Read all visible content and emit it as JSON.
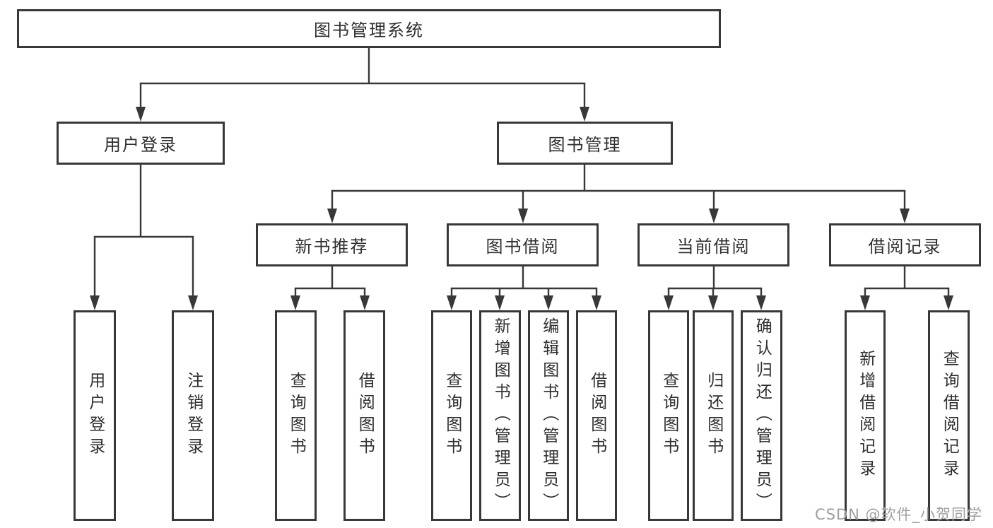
{
  "diagram": {
    "type": "hierarchy-tree",
    "root": {
      "label": "图书管理系统"
    },
    "branches": [
      {
        "label": "用户登录",
        "children": [
          {
            "label": "用户登录"
          },
          {
            "label": "注销登录"
          }
        ]
      },
      {
        "label": "图书管理",
        "children": [
          {
            "label": "新书推荐",
            "children": [
              {
                "label": "查询图书"
              },
              {
                "label": "借阅图书"
              }
            ]
          },
          {
            "label": "图书借阅",
            "children": [
              {
                "label": "查询图书"
              },
              {
                "label": "新增图书（管理员）"
              },
              {
                "label": "编辑图书（管理员）"
              },
              {
                "label": "借阅图书"
              }
            ]
          },
          {
            "label": "当前借阅",
            "children": [
              {
                "label": "查询图书"
              },
              {
                "label": "归还图书"
              },
              {
                "label": "确认归还（管理员）"
              }
            ]
          },
          {
            "label": "借阅记录",
            "children": [
              {
                "label": "新增借阅记录"
              },
              {
                "label": "查询借阅记录"
              }
            ]
          }
        ]
      }
    ]
  },
  "watermark": {
    "text": "CSDN @软件_小贺同学"
  },
  "colors": {
    "line": "#383838",
    "box_border": "#383838",
    "text": "#2e2e2e",
    "watermark": "#9f9f9f",
    "background": "#ffffff"
  }
}
